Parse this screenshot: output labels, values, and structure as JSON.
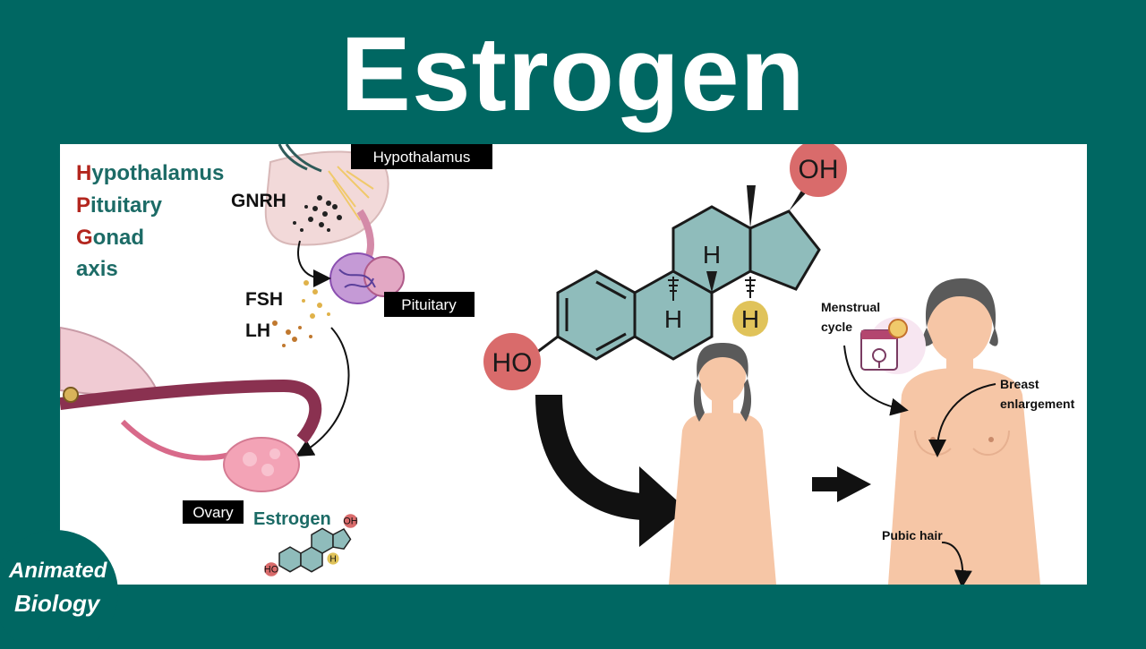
{
  "title": "Estrogen",
  "hpg": {
    "h_letter": "H",
    "h_rest": "ypothalamus",
    "p_letter": "P",
    "p_rest": "ituitary",
    "g_letter": "G",
    "g_rest": "onad",
    "axis": "axis"
  },
  "labels": {
    "gnrh": "GNRH",
    "hypothalamus_box": "Hypothalamus",
    "pituitary_box": "Pituitary",
    "fsh": "FSH",
    "lh": "LH",
    "ovary_box": "Ovary",
    "estrogen_small": "Estrogen"
  },
  "molecule": {
    "oh": "OH",
    "ho": "HO",
    "h": "H"
  },
  "body_labels": {
    "menstrual_line1": "Menstrual",
    "menstrual_line2": "cycle",
    "breast_line1": "Breast",
    "breast_line2": "enlargement",
    "pubic_hair": "Pubic hair"
  },
  "logo": {
    "line1": "Animated",
    "line2": "Biology"
  },
  "colors": {
    "background": "#006762",
    "accent_red": "#b3261e",
    "teal_text": "#1c6b66",
    "molecule_fill": "#8fbcbb",
    "oh_circle": "#d96b6b",
    "h_circle": "#e0c35a",
    "skin": "#f6c6a6",
    "hair": "#5a5a5a"
  }
}
